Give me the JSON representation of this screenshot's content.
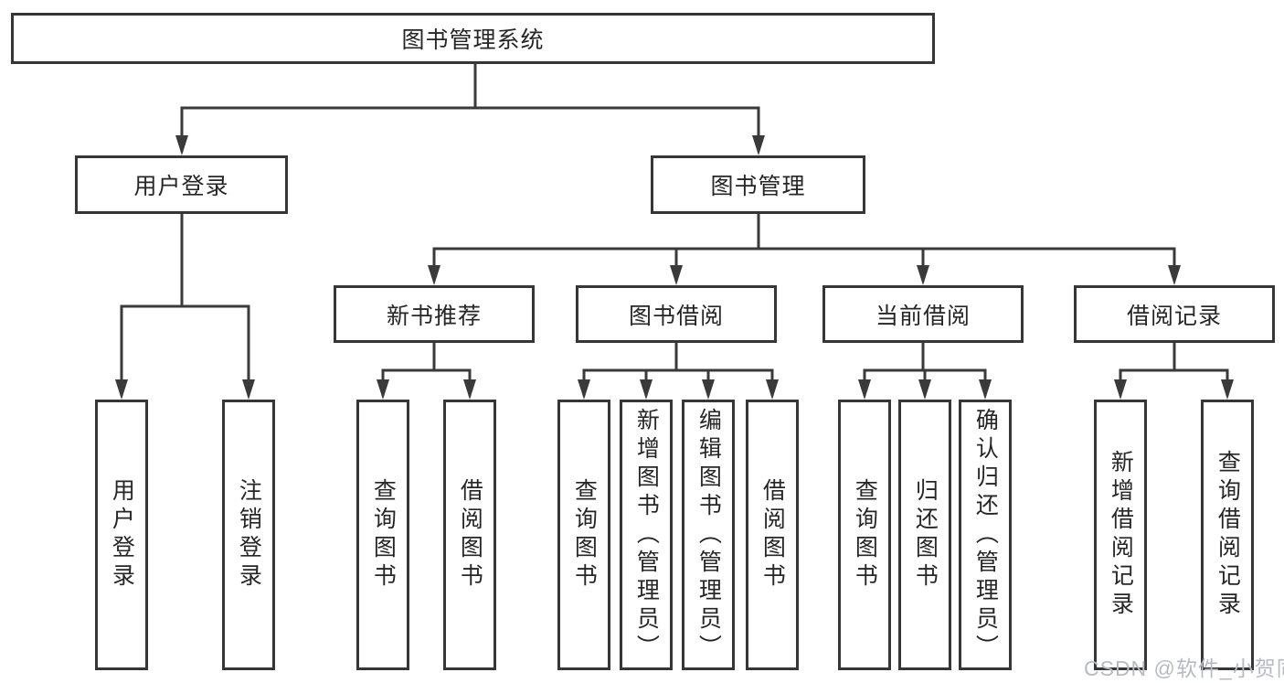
{
  "tree": {
    "label": "图书管理系统",
    "children": [
      {
        "label": "用户登录",
        "children": [
          {
            "label": "用户登录"
          },
          {
            "label": "注销登录"
          }
        ]
      },
      {
        "label": "图书管理",
        "children": [
          {
            "label": "新书推荐",
            "children": [
              {
                "label": "查询图书"
              },
              {
                "label": "借阅图书"
              }
            ]
          },
          {
            "label": "图书借阅",
            "children": [
              {
                "label": "查询图书"
              },
              {
                "label": "新增图书（管理员）"
              },
              {
                "label": "编辑图书（管理员）"
              },
              {
                "label": "借阅图书"
              }
            ]
          },
          {
            "label": "当前借阅",
            "children": [
              {
                "label": "查询图书"
              },
              {
                "label": "归还图书"
              },
              {
                "label": "确认归还（管理员）"
              }
            ]
          },
          {
            "label": "借阅记录",
            "children": [
              {
                "label": "新增借阅记录"
              },
              {
                "label": "查询借阅记录"
              }
            ]
          }
        ]
      }
    ]
  },
  "watermark": "CSDN @软件_小贺同学",
  "colors": {
    "line": "#3a3a3a",
    "box_border": "#363636",
    "text": "#262626",
    "watermark": "#b6bac3",
    "background": "#ffffff"
  }
}
